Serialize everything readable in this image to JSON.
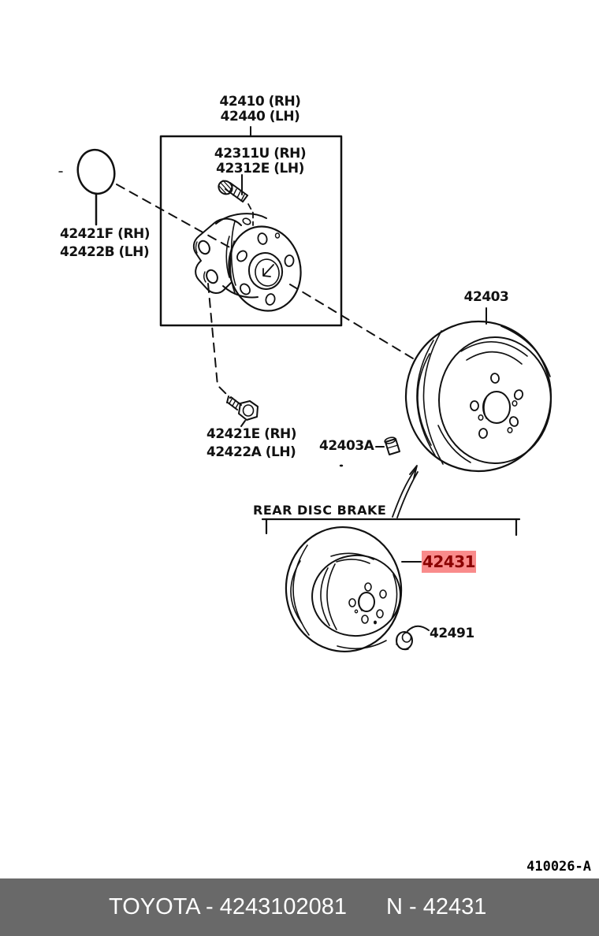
{
  "colors": {
    "line": "#111111",
    "highlight_bg": "#F98B8B",
    "highlight_text": "#8B0000",
    "footer_bar": "#696969",
    "footer_text": "#ffffff"
  },
  "parts": {
    "hub": {
      "line1": "42410 (RH)",
      "line2": "42440 (LH)"
    },
    "hub_bolt": {
      "line1": "42311U (RH)",
      "line2": "42312E (LH)"
    },
    "seal": {
      "line1": "42421F (RH)",
      "line2": "42422B (LH)"
    },
    "mount_bolt": {
      "line1": "42421E (RH)",
      "line2": "42422A (LH)"
    },
    "drum": {
      "number": "42403"
    },
    "drum_plug": {
      "number": "42403A"
    },
    "rotor": {
      "number": "42431"
    },
    "rotor_nut": {
      "number": "42491"
    }
  },
  "section": {
    "title": "REAR DISC BRAKE"
  },
  "meta": {
    "diagram_code": "410026-A"
  },
  "footer": {
    "left_text": "TOYOTA - 4243102081",
    "right_text": "N - 42431"
  }
}
